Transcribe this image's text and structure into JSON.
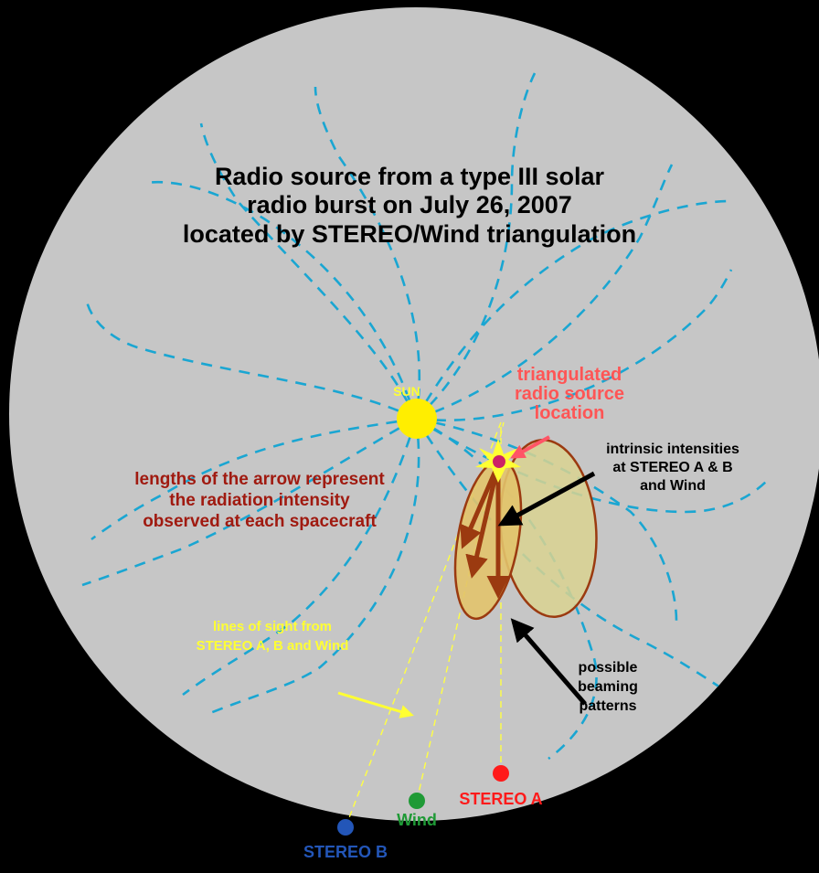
{
  "title": {
    "line1": "Radio source from a type III solar",
    "line2": "radio burst on July 26, 2007",
    "line3": "located by STEREO/Wind triangulation"
  },
  "labels": {
    "sun": "SUN",
    "triangulated": [
      "triangulated",
      "radio source",
      "location"
    ],
    "intrinsic": [
      "intrinsic intensities",
      "at STEREO A & B",
      "and Wind"
    ],
    "arrow_lengths": [
      "lengths of the arrow represent",
      "the radiation intensity",
      "observed at each spacecraft"
    ],
    "lines_of_sight": [
      "lines of sight from",
      "STEREO A, B and Wind"
    ],
    "beaming": [
      "possible",
      "beaming",
      "patterns"
    ]
  },
  "spacecraft": [
    {
      "name": "STEREO A",
      "color": "#ff1a1a"
    },
    {
      "name": "Wind",
      "color": "#1f9a36"
    },
    {
      "name": "STEREO B",
      "color": "#2356b8"
    }
  ],
  "colors": {
    "background": "#000000",
    "disk": "#c6c6c6",
    "spiral": "#1aa6d2",
    "sun": "#ffee00",
    "text_title": "#000000",
    "text_red": "#ff5555",
    "text_darkred": "#a01a10",
    "text_yellow": "#ffff33",
    "arrow_brown": "#9b3a10",
    "lobe_fill": "#e8d27a"
  }
}
